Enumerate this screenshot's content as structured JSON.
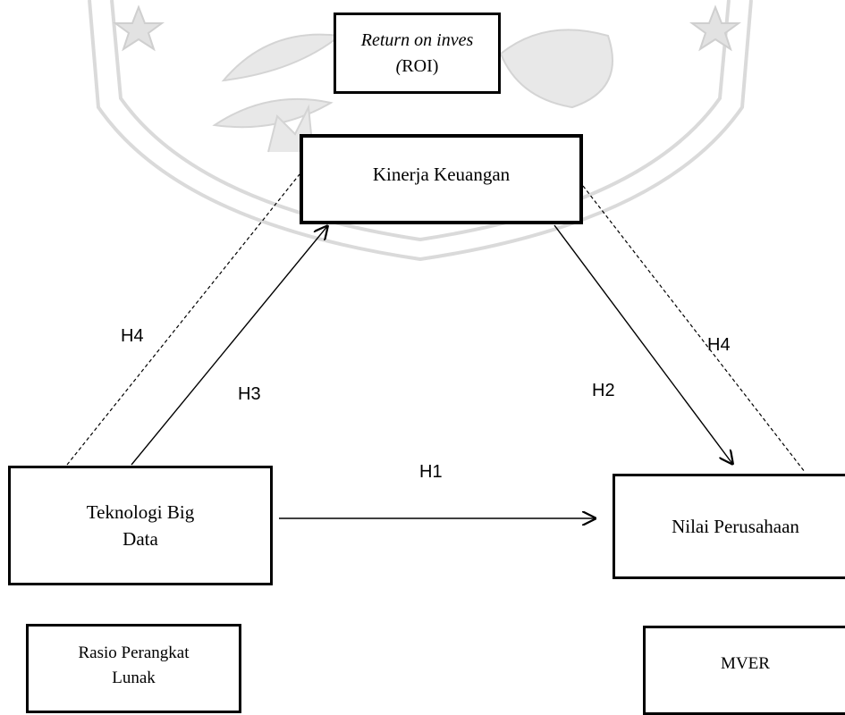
{
  "diagram": {
    "boxes": {
      "roi": {
        "line1": "Return on inves",
        "line2_prefix": "(",
        "line2": "ROI)"
      },
      "kinerja": {
        "label": "Kinerja Keuangan"
      },
      "big_data": {
        "line1": "Teknologi Big",
        "line2": "Data"
      },
      "nilai": {
        "label": "Nilai Perusahaan"
      },
      "rasio": {
        "line1": "Rasio Perangkat",
        "line2": "Lunak"
      },
      "mver": {
        "label": "MVER"
      }
    },
    "hypotheses": {
      "h1": "H1",
      "h2": "H2",
      "h3": "H3",
      "h4_left": "H4",
      "h4_right": "H4"
    },
    "colors": {
      "line": "#000000",
      "watermark": "#c8c8c8"
    }
  }
}
